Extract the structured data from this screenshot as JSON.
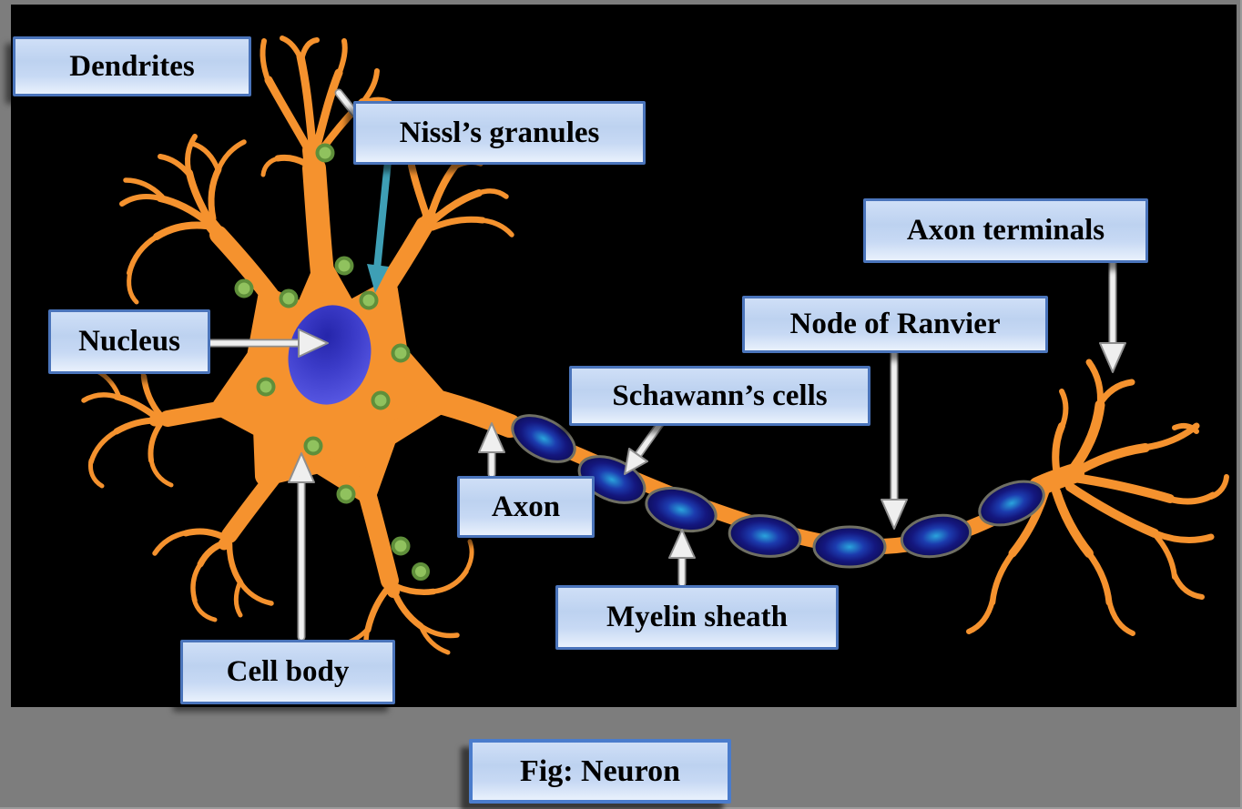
{
  "figure": {
    "caption": "Fig: Neuron"
  },
  "labels": {
    "dendrites": "Dendrites",
    "nissl_granules": "Nissl’s granules",
    "nucleus": "Nucleus",
    "axon": "Axon",
    "cell_body": "Cell body",
    "myelin_sheath": "Myelin sheath",
    "schwann_cells": "Schawann’s cells",
    "node_of_ranvier": "Node of Ranvier",
    "axon_terminals": "Axon terminals"
  },
  "colors": {
    "background_black": "#000000",
    "frame_gray": "#7D7D7D",
    "neuron_orange": "#F5922E",
    "nucleus_blue": "#4343D6",
    "granule_green": "#90C25E",
    "granule_ring": "#5F8F3A",
    "myelin_dark_blue": "#0E0E5C",
    "myelin_core_blue": "#2AA4DC",
    "label_box_fill": "#C7D9F4",
    "label_box_border": "#4A74BB",
    "arrow_white": "#EFEFEF",
    "arrow_teal": "#3E9FB5"
  }
}
